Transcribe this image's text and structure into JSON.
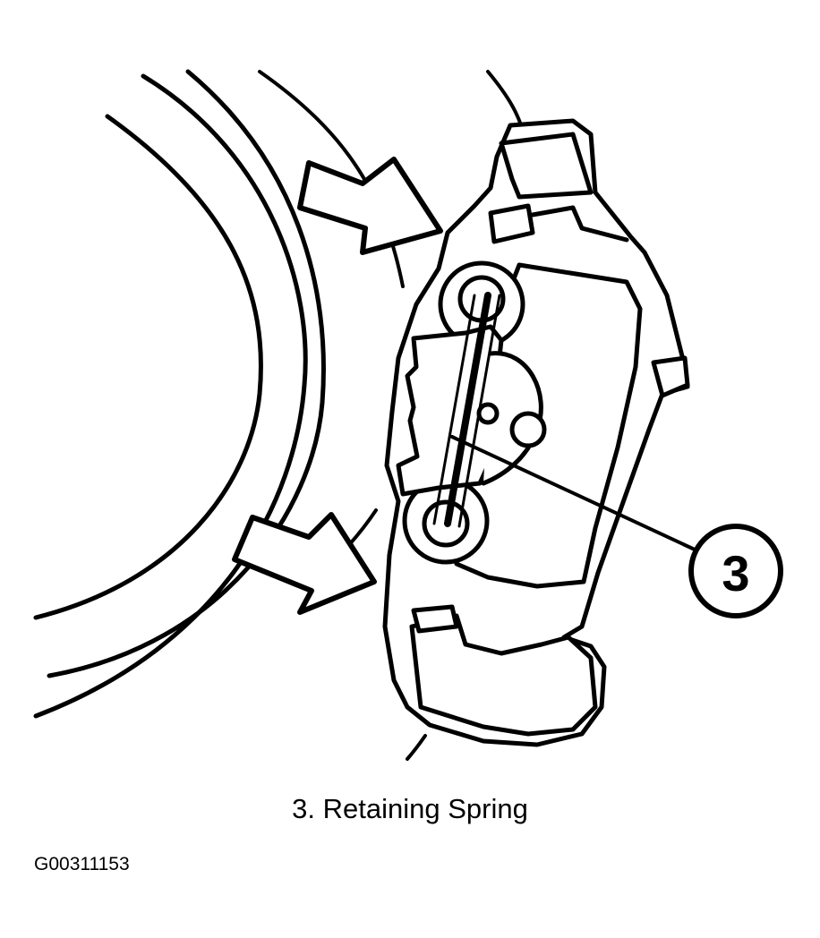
{
  "diagram": {
    "callouts": [
      {
        "number": "3",
        "label": "Retaining Spring"
      }
    ],
    "caption": "3.  Retaining Spring",
    "figure_id": "G00311153"
  }
}
